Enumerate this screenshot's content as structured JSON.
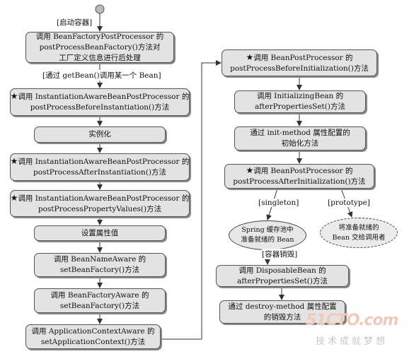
{
  "start_label": "[启动容器]",
  "left_column": [
    {
      "lines": [
        "调用 BeanFactoryPostProcessor 的",
        "postProcessBeanFactory()方法对",
        "工厂定义信息进行后处理"
      ],
      "starred": false
    },
    {
      "lines": [
        "调用 InstantiationAwareBeanPostProcessor 的",
        "postProcessBeforeInstantiation()方法"
      ],
      "starred": true
    },
    {
      "lines": [
        "实例化"
      ],
      "starred": false
    },
    {
      "lines": [
        "调用 InstantiationAwareBeanPostProcessor 的",
        "postProcessAfterInstantiation()方法"
      ],
      "starred": true
    },
    {
      "lines": [
        "调用 InstantiationAwareBeanPostProcessor 的",
        "postProcessPropertyValues()方法"
      ],
      "starred": true
    },
    {
      "lines": [
        "设置属性值"
      ],
      "starred": false
    },
    {
      "lines": [
        "调用 BeanNameAware 的",
        "setBeanFactory()方法"
      ],
      "starred": false
    },
    {
      "lines": [
        "调用 BeanFactoryAware 的",
        "setBeanFactory()方法"
      ],
      "starred": false
    },
    {
      "lines": [
        "调用 ApplicationContextAware 的",
        "setApplicationContext()方法"
      ],
      "starred": false
    }
  ],
  "getbean_label": "[通过 getBean()调用某一个 Bean]",
  "right_column": [
    {
      "lines": [
        "调用 BeanPostProcessor 的",
        "postProcessBeforeInitialization()方法"
      ],
      "starred": true
    },
    {
      "lines": [
        "调用 InitializingBean 的",
        "afterPropertiesSet()方法"
      ],
      "starred": false
    },
    {
      "lines": [
        "通过 init-method 属性配置的",
        "初始化方法"
      ],
      "starred": false
    },
    {
      "lines": [
        "调用 BeanPostProcessor 的",
        "postProcessAfterInitialization()方法"
      ],
      "starred": true
    }
  ],
  "branch_labels": {
    "singleton": "[singleton]",
    "prototype": "[prototype]"
  },
  "singleton_node": {
    "lines": [
      "Spring 缓存池中",
      "准备就绪的 Bean"
    ]
  },
  "prototype_node": {
    "lines": [
      "将准备就绪的",
      "Bean 交给调用者"
    ]
  },
  "destroy_label": "[容器销毁]",
  "destroy_steps": [
    {
      "lines": [
        "调用 DisposableBean 的",
        "afterPropertiesSet()方法"
      ],
      "starred": false
    },
    {
      "lines": [
        "通过 destroy-method 属性配置",
        "的销毁方法"
      ],
      "starred": false
    }
  ],
  "watermark": {
    "site": "51CTO.com",
    "slogan": "技术成就梦想"
  }
}
